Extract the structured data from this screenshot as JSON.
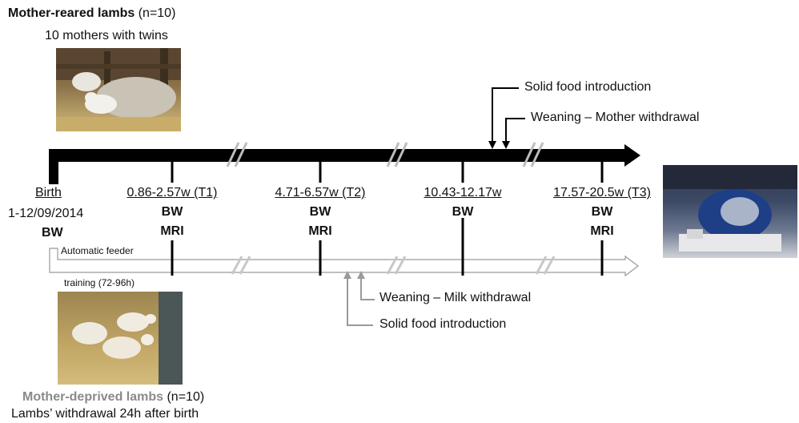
{
  "top_group": {
    "title_bold": "Mother-reared lambs",
    "title_rest": " (n=10)",
    "subtitle": "10 mothers with twins"
  },
  "bottom_group": {
    "title_bold": "Mother-deprived lambs",
    "title_rest": " (n=10)",
    "subtitle": "Lambs’ withdrawal 24h after birth"
  },
  "birth": {
    "label": "Birth",
    "date": "1-12/09/2014",
    "measure": "BW"
  },
  "timepoints": [
    {
      "range": "0.86-2.57w (T1)",
      "m1": "BW",
      "m2": "MRI"
    },
    {
      "range": "4.71-6.57w (T2)",
      "m1": "BW",
      "m2": "MRI"
    },
    {
      "range": "10.43-12.17w",
      "m1": "BW",
      "m2": ""
    },
    {
      "range": "17.57-20.5w (T3)",
      "m1": "BW",
      "m2": "MRI"
    }
  ],
  "top_events": {
    "solid_food": "Solid food introduction",
    "weaning": "Weaning – Mother withdrawal"
  },
  "bottom_events": {
    "weaning": "Weaning – Milk withdrawal",
    "solid_food": "Solid food introduction"
  },
  "feeder": {
    "line1": "Automatic feeder",
    "line2": "training (72-96h)"
  },
  "colors": {
    "top_arrow": "#000000",
    "bottom_arrow": "#9a9a9a",
    "deprived_title": "#8a8a8a"
  }
}
